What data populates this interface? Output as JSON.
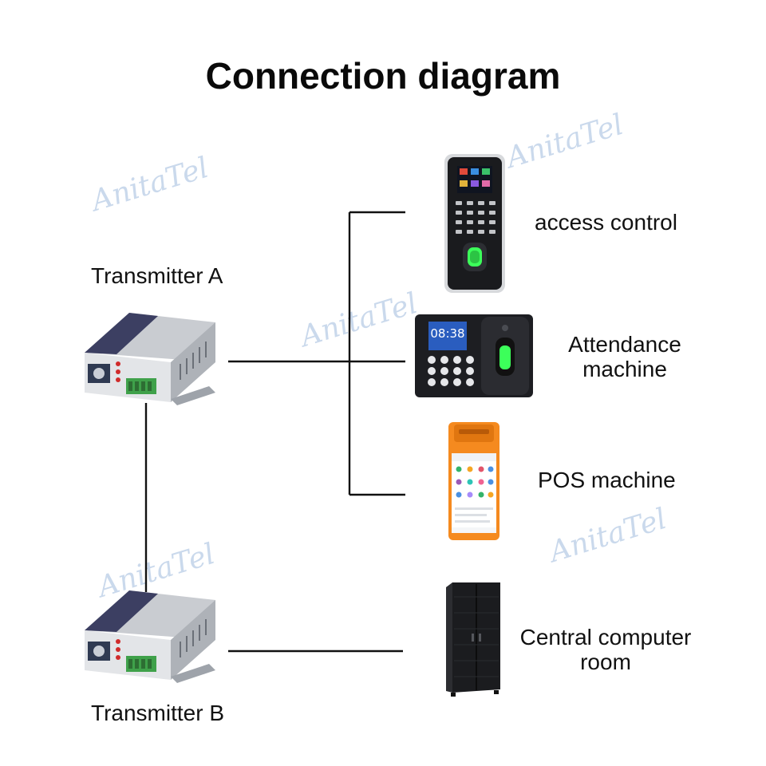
{
  "title": "Connection diagram",
  "watermark": "AnitaTel",
  "nodes": {
    "transmitter_a": "Transmitter A",
    "transmitter_b": "Transmitter B",
    "access_control": "access control",
    "attendance_line1": "Attendance",
    "attendance_line2": "machine",
    "pos_machine": "POS machine",
    "central_line1": "Central computer",
    "central_line2": "room"
  },
  "attendance_clock": "08:38",
  "colors": {
    "wire": "#111111",
    "watermark": "#b9cde6",
    "pos_orange": "#f58a1f",
    "screen_blue": "#2a5dbf",
    "fingerprint_green": "#3cff5a"
  },
  "icons": [
    "fiber-transmitter-icon",
    "access-control-terminal-icon",
    "attendance-machine-icon",
    "pos-terminal-icon",
    "server-rack-icon"
  ]
}
